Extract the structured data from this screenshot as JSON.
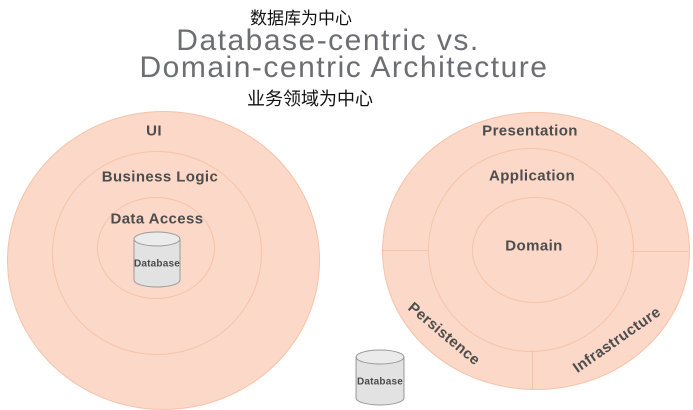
{
  "header": {
    "chinese_label_top": "数据库为中心",
    "title_line1": "Database-centric vs.",
    "title_line2": "Domain-centric Architecture",
    "chinese_label_bottom": "业务领域为中心"
  },
  "left_diagram": {
    "rings": [
      "UI",
      "Business Logic",
      "Data Access"
    ],
    "database_label": "Database"
  },
  "right_diagram": {
    "rings": [
      "Presentation",
      "Application",
      "Domain"
    ],
    "segments": [
      "Persistence",
      "Infrastructure"
    ],
    "database_label": "Database"
  },
  "colors": {
    "background": "#ffffff",
    "circle_fill": "#fbd8c8",
    "circle_stroke": "#f6c3a8",
    "label_text": "#4d4d4d",
    "title_text": "#6d6e71",
    "chinese_text": "#111111",
    "cylinder_fill": "#e2e2e2",
    "cylinder_top_fill": "#ebebeb",
    "cylinder_stroke": "#9a9a9a",
    "cylinder_text": "#4a4a4a"
  }
}
